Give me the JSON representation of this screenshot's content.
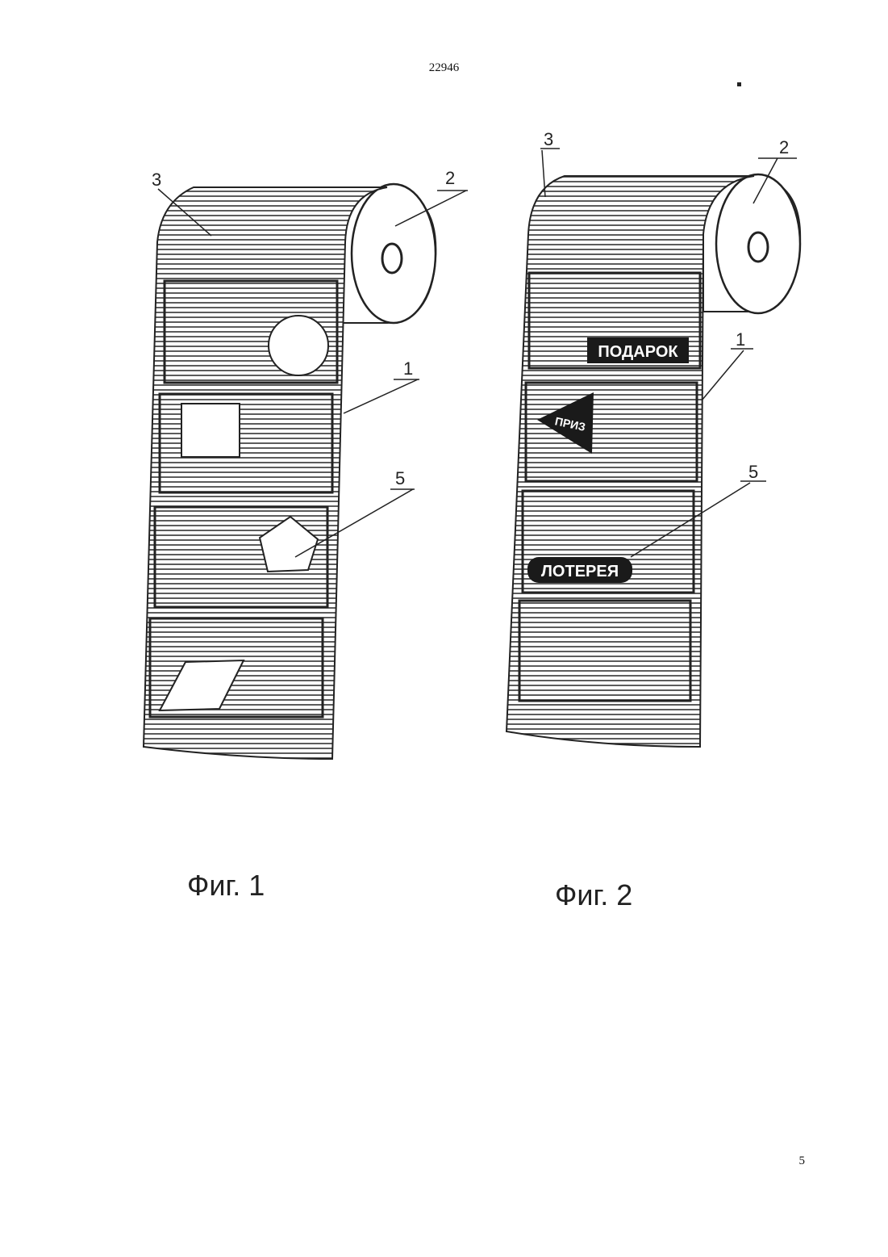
{
  "header": {
    "doc_number": "22946"
  },
  "footer": {
    "page_number": "5"
  },
  "figure1": {
    "caption": "Фиг. 1",
    "callouts": {
      "roll_face": "2",
      "tape_top": "3",
      "tape_edge": "1",
      "shape": "5"
    },
    "shapes": [
      "circle",
      "square",
      "pentagon",
      "parallelogram"
    ]
  },
  "figure2": {
    "caption": "Фиг. 2",
    "callouts": {
      "roll_face": "2",
      "tape_top": "3",
      "tape_edge": "1",
      "badge": "5"
    },
    "badges": {
      "gift": "ПОДАРОК",
      "prize": "ПРИЗ",
      "lottery": "ЛОТЕРЕЯ"
    }
  },
  "colors": {
    "ink": "#222222",
    "paper": "#ffffff",
    "badge": "#1a1a1a"
  }
}
